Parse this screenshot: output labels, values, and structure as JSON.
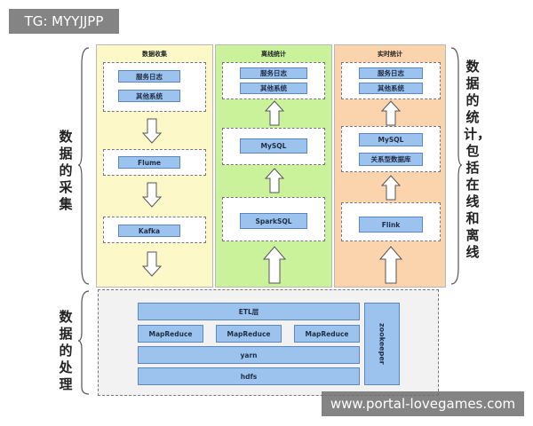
{
  "watermark": {
    "top_left": "TG: MYYJJPP",
    "bottom_right": "www.portal-lovegames.com"
  },
  "side_labels": {
    "collection": "数据的采集",
    "statistics": "数据的统计，包括在线和离线",
    "processing": "数据的处理"
  },
  "columns": {
    "collect": {
      "title": "数据收集",
      "top_items": [
        "服务日志",
        "其他系统"
      ],
      "flume": "Flume",
      "kafka": "Kafka"
    },
    "offline": {
      "title": "离线统计",
      "top_items": [
        "服务日志",
        "其他系统"
      ],
      "mysql": "MySQL",
      "engine": "SparkSQL"
    },
    "realtime": {
      "title": "实时统计",
      "top_items": [
        "服务日志",
        "其他系统"
      ],
      "mysql": "MySQL",
      "relational": "关系型数据库",
      "engine": "Flink"
    }
  },
  "processing": {
    "etl": "ETL层",
    "mapreduce": [
      "MapReduce",
      "MapReduce",
      "MapReduce"
    ],
    "yarn": "yarn",
    "hdfs": "hdfs",
    "zookeeper": "zookeeper"
  },
  "colors": {
    "yellow": "#fdf8c8",
    "green": "#c9f29a",
    "orange": "#fbd4ad",
    "box_blue": "#9cc3ee"
  }
}
